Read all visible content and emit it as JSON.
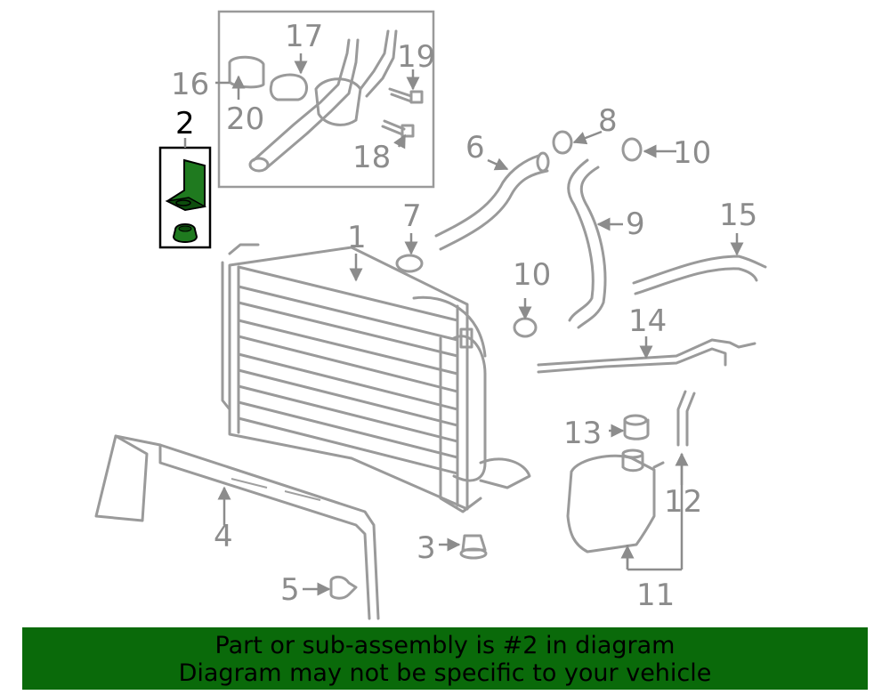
{
  "diagram": {
    "callouts": [
      "1",
      "2",
      "3",
      "4",
      "5",
      "6",
      "7",
      "8",
      "9",
      "10",
      "10",
      "11",
      "12",
      "13",
      "14",
      "15",
      "16",
      "17",
      "18",
      "19",
      "20"
    ],
    "highlighted_part": "2",
    "highlight_color": "#1f7a1f"
  },
  "footer": {
    "line1": "Part or sub-assembly is #2 in diagram",
    "line2": "Diagram may not be specific to your vehicle",
    "background": "#0a6a0a"
  }
}
